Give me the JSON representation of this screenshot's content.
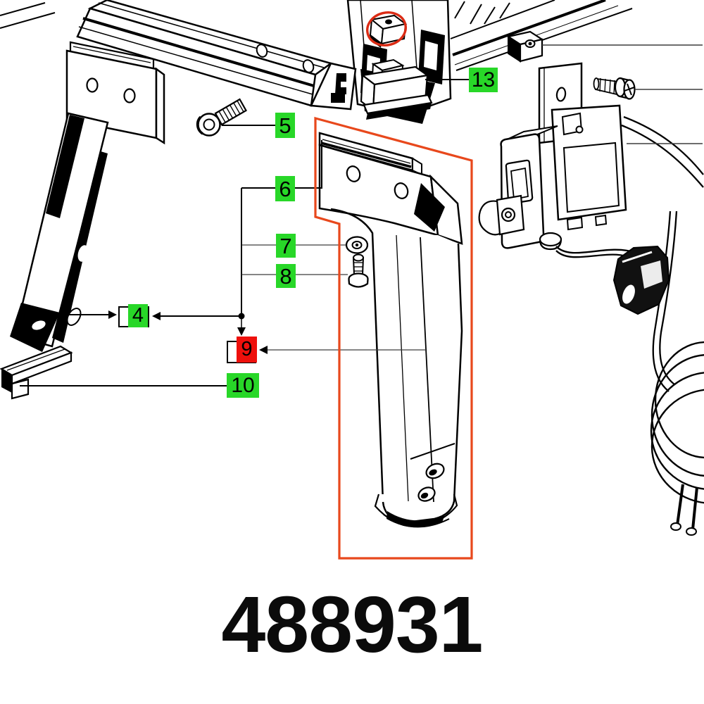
{
  "part_number": "488931",
  "badges": [
    {
      "id": "5",
      "label": "5",
      "style": "green"
    },
    {
      "id": "6",
      "label": "6",
      "style": "green"
    },
    {
      "id": "7",
      "label": "7",
      "style": "green"
    },
    {
      "id": "8",
      "label": "8",
      "style": "green"
    },
    {
      "id": "4",
      "label": "4",
      "style": "green"
    },
    {
      "id": "9",
      "label": "9",
      "style": "red"
    },
    {
      "id": "10",
      "label": "10",
      "style": "green"
    },
    {
      "id": "13",
      "label": "13",
      "style": "green"
    }
  ],
  "colors": {
    "badge_green": "#28D728",
    "badge_red": "#EE100C",
    "selection_outline": "#E8481C",
    "highlight_circle": "#DB2B14",
    "line": "#000000"
  }
}
